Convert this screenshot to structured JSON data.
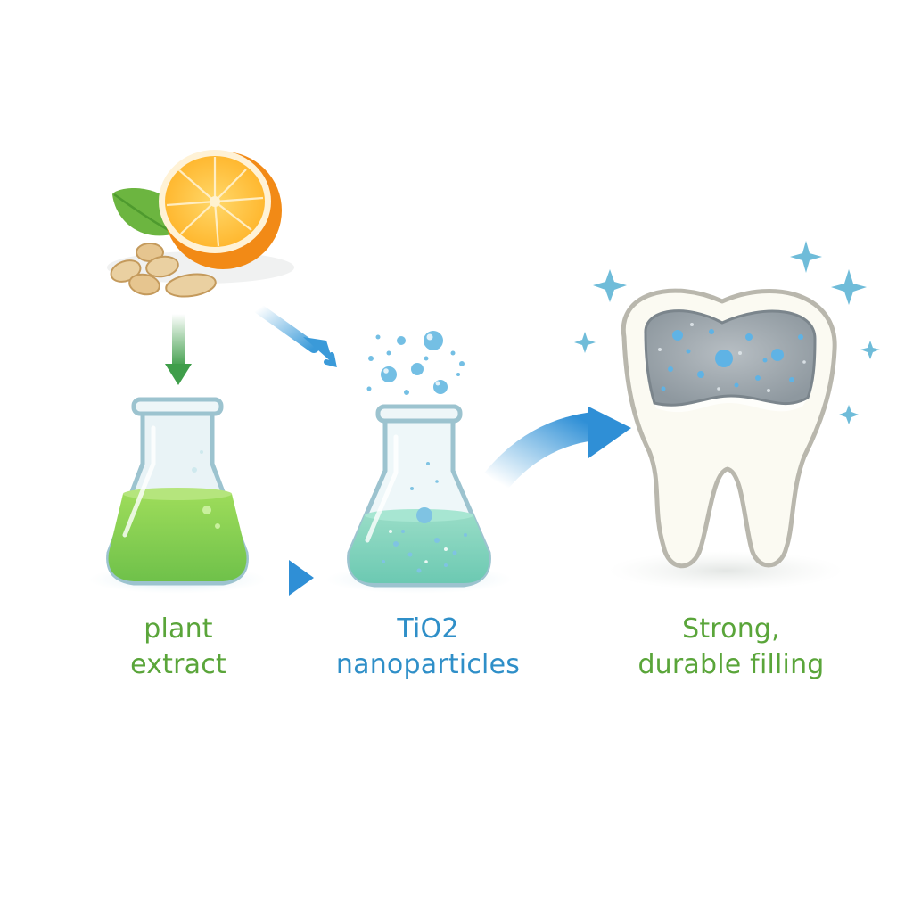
{
  "labels": {
    "plant": {
      "line1": "plant",
      "line2": "extract"
    },
    "nano": {
      "line1": "TiO2",
      "line2": "nanoparticles"
    },
    "filling": {
      "line1": "Strong,",
      "line2": "durable filling"
    }
  },
  "icons": [
    "orange-icon",
    "leaf-icon",
    "seeds-icon",
    "flask-icon",
    "bubbles-icon",
    "tooth-icon",
    "sparkle-icon",
    "arrow-icon"
  ],
  "colors": {
    "green_text": "#5aa53a",
    "blue_text": "#2f8fc8",
    "green_liquid": "#8fd14f",
    "teal_liquid": "#7fd3b8",
    "arrow_blue": "#3a9ad9",
    "arrow_green": "#3f9e4a",
    "orange": "#f7941d",
    "tooth": "#fbfaf2",
    "filling": "#9aa4ab",
    "sparkle": "#6fbcd9"
  }
}
